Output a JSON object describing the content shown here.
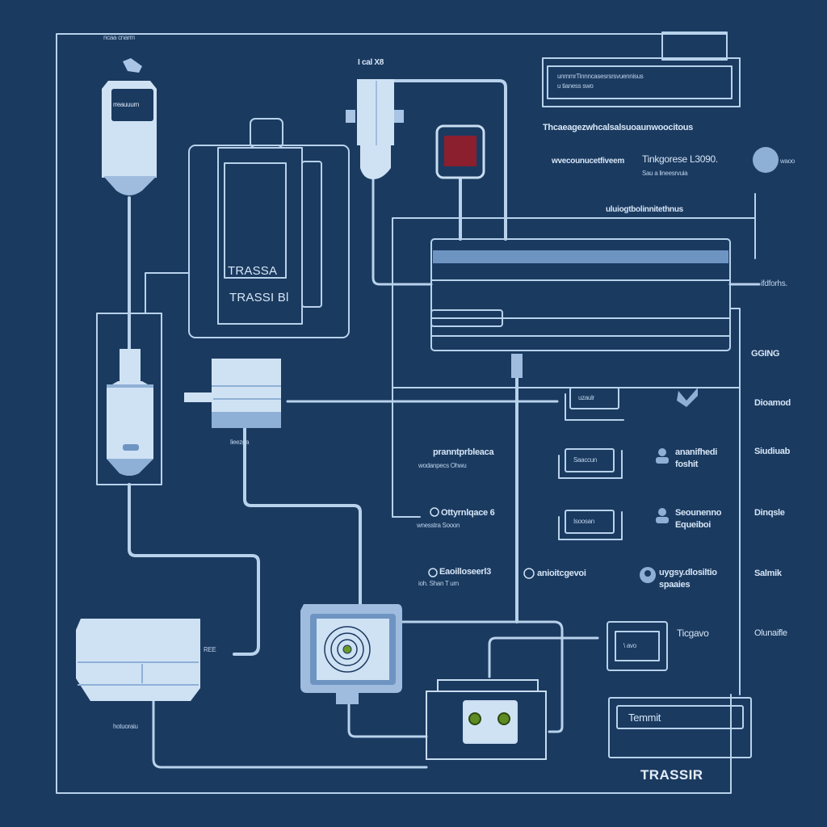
{
  "diagram": {
    "style": "blueprint",
    "colors": {
      "background": "#1b3a60",
      "line": "#b8d2ec",
      "fill_light": "#cfe2f4",
      "fill_mid": "#8fb0d6",
      "accent_red": "#8b1f2e",
      "indicator_green": "#6c9a2a"
    },
    "brand": "TRASSIR",
    "top_header_label": "ncaa cnarm",
    "components": {
      "left_tank": {
        "label": "rreauuurn",
        "top_icon_label": ""
      },
      "center_cabinet": {
        "label_1": "TRASSA",
        "label_2": "TRASSI Bl"
      },
      "top_valve": {
        "label": "I cal X8"
      },
      "red_indicator": {
        "label": ""
      },
      "main_unit": {
        "side_label": "ifdforhs.",
        "sub_label": "GGING"
      },
      "left_filter": {
        "label": ""
      },
      "pump_block": {
        "label": "lieezga"
      },
      "bottom_left_unit": {
        "side_label": "REE",
        "label": "hotuoraiu"
      },
      "camera_lens": {
        "label": ""
      },
      "bottom_controller": {
        "label": ""
      },
      "display_box": {
        "label": "Temmit"
      },
      "small_screen": {
        "label": "\\ avo",
        "side_label": "Ticgavo"
      }
    },
    "info_panel": {
      "box_line_1": "unmmrTinnncasesrsrsvuennisus",
      "box_line_2": "u tianess swo",
      "heading": "Thcaeagezwhcalsalsuoaunwoocitous",
      "left_text": "wvecounucetfiveem",
      "right_text_1": "Tinkgorese L3090.",
      "right_text_2": "Sau a lineesrvuia",
      "footer": "uluiogtbolinnitethnus",
      "circle_label": "waoo"
    },
    "legend_rows": [
      {
        "left_title": "",
        "left_sub": "",
        "box_label": "uzaulr",
        "icon": "check-icon",
        "icon_text_1": "",
        "icon_text_2": "",
        "right_label": "Dioamod"
      },
      {
        "left_title": "pranntprbleaca",
        "left_sub": "wodanpecs Ohwu",
        "box_label": "Saaccun",
        "icon": "user-group-icon",
        "icon_text_1": "ananifhedi",
        "icon_text_2": "foshit",
        "right_label": "Siudiuab"
      },
      {
        "left_title": "Ottyrnlqace 6",
        "left_sub": "wnesstra Sooon",
        "box_label": "Isoosan",
        "icon": "user-group-icon",
        "icon_text_1": "Seounenno",
        "icon_text_2": "Equeiboi",
        "right_label": "Dinqsle"
      },
      {
        "left_title": "Eaoilloseerl3",
        "left_sub": "ioh. Shan T urn",
        "box_label": "",
        "icon": "user-circle-icon",
        "icon_text_1": "uygsy.dlosiltio",
        "icon_text_2": "spaaies",
        "right_label": "Salmik"
      },
      {
        "left_title": "",
        "left_sub": "",
        "box_label": "",
        "icon": "",
        "icon_text_1": "",
        "icon_text_2": "",
        "right_label": "Olunaifle"
      }
    ],
    "circle_row_label": "anioitcgevoi"
  }
}
